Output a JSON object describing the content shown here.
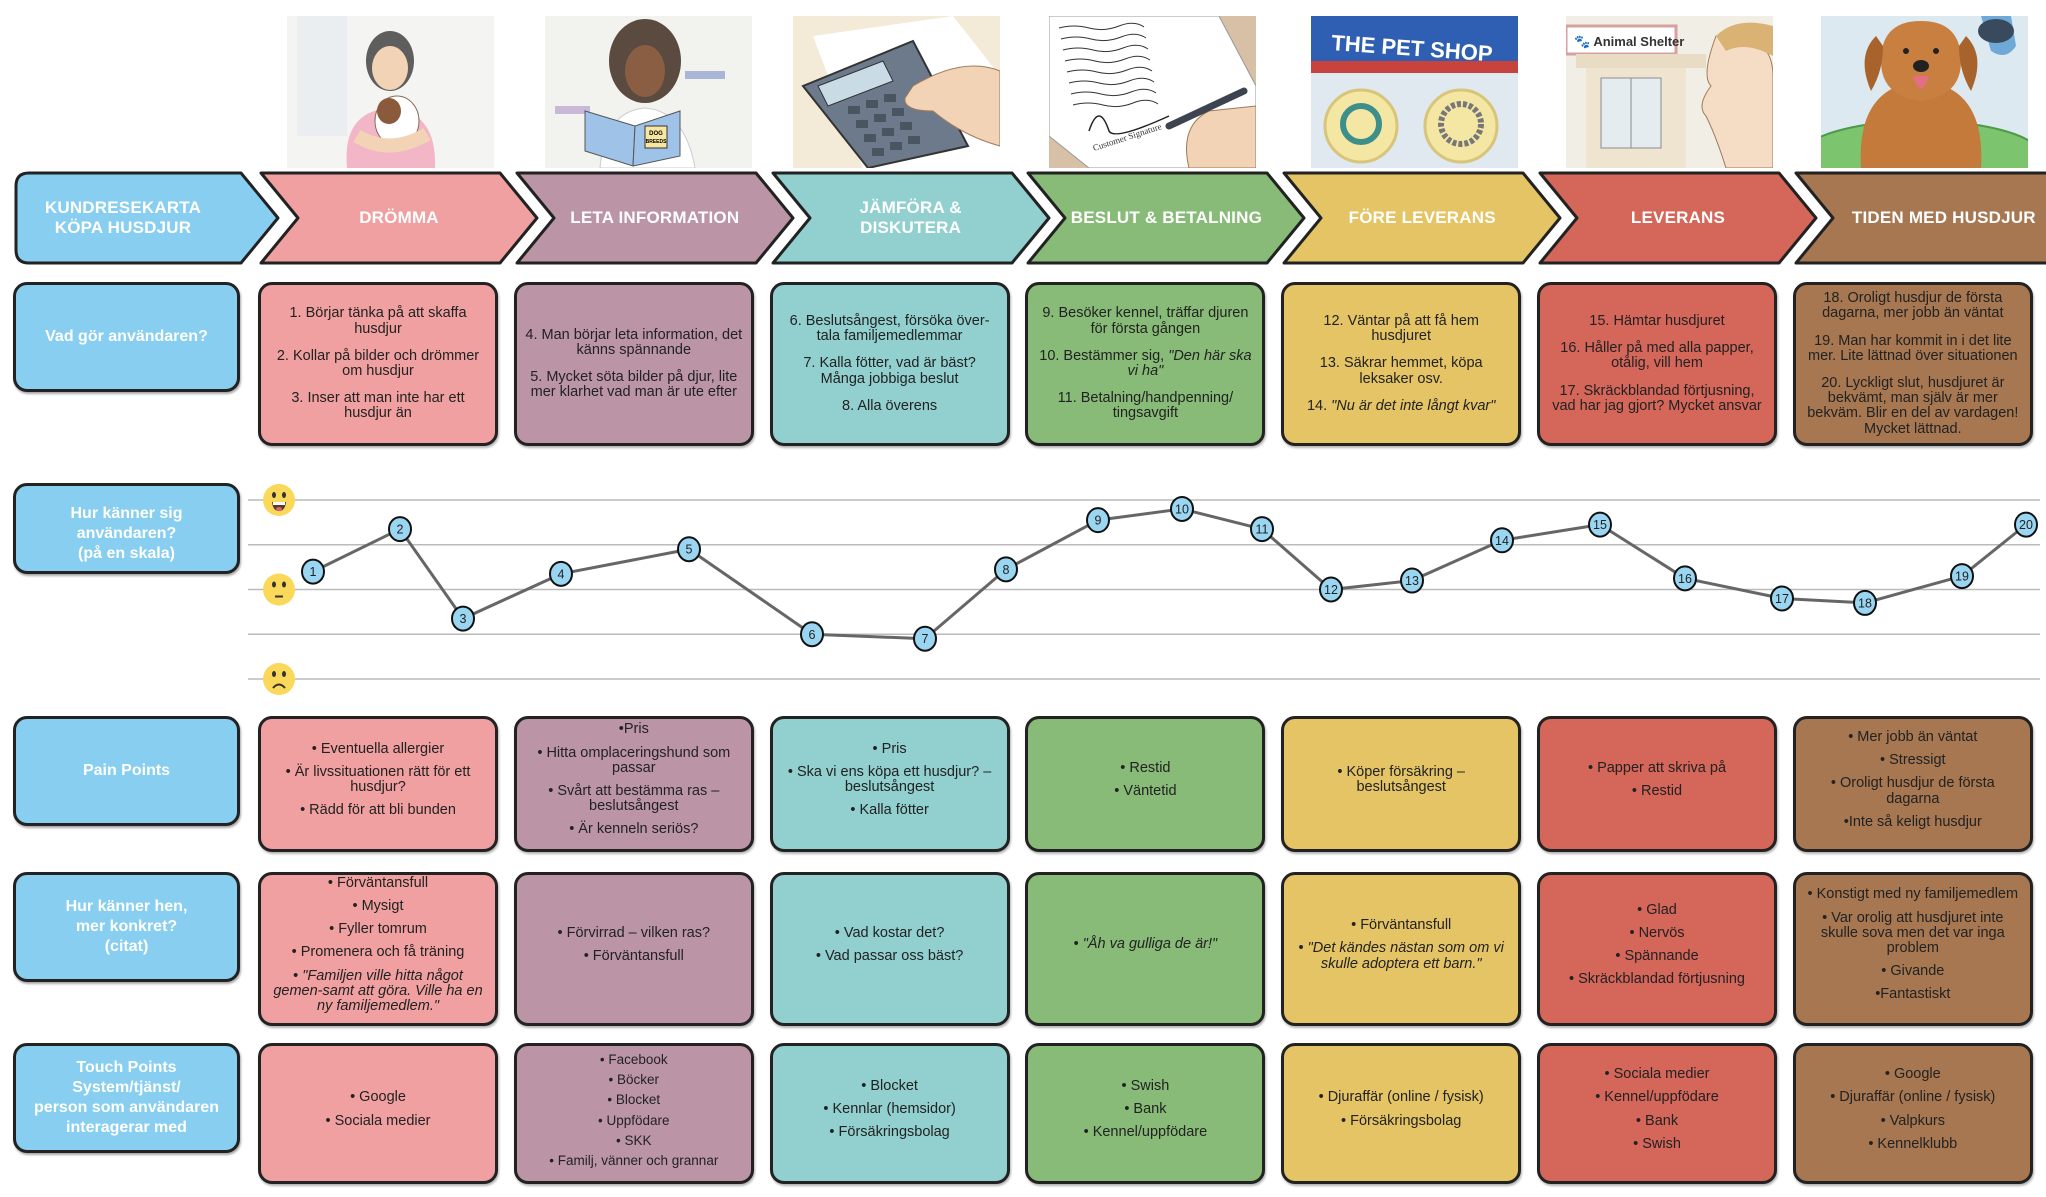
{
  "title": {
    "line1": "KUNDRESEKARTA",
    "line2": "KÖPA HUSDJUR"
  },
  "stages": [
    {
      "label": "DRÖMMA",
      "color": "#f0a0a0",
      "illustration": "woman-holding-puppy"
    },
    {
      "label": "LETA INFORMATION",
      "color": "#bb95a6",
      "illustration": "woman-reading-dog-breeds-book"
    },
    {
      "label": "JÄMFÖRA & DISKUTERA",
      "color": "#92cfcf",
      "illustration": "hand-on-calculator"
    },
    {
      "label": "BESLUT & BETALNING",
      "color": "#88bb78",
      "illustration": "signing-contract"
    },
    {
      "label": "FÖRE LEVERANS",
      "color": "#e5c466",
      "illustration": "pet-shop-collars"
    },
    {
      "label": "LEVERANS",
      "color": "#d4665a",
      "illustration": "animal-shelter"
    },
    {
      "label": "TIDEN MED HUSDJUR",
      "color": "#a67751",
      "illustration": "dog-in-bath"
    }
  ],
  "illustration_texts": {
    "book": "DOG BREEDS",
    "shop": "THE PET SHOP",
    "shelter": "Animal Shelter",
    "signature": "Customer Signature"
  },
  "rows": {
    "actions": {
      "label": "Vad gör användaren?",
      "cells": [
        [
          {
            "t": "1. Börjar tänka på att skaffa husdjur"
          },
          {
            "t": "2. Kollar på bilder och drömmer om husdjur"
          },
          {
            "t": "3. Inser att man inte har ett husdjur än"
          }
        ],
        [
          {
            "t": "4. Man börjar leta information, det känns spännande"
          },
          {
            "t": "5. Mycket söta bilder på djur, lite mer klarhet vad man är ute efter"
          }
        ],
        [
          {
            "t": "6. Beslutsångest, försöka över-tala familjemedlemmar"
          },
          {
            "t": "7. Kalla fötter, vad är bäst? Många jobbiga beslut"
          },
          {
            "t": "8. Alla överens"
          }
        ],
        [
          {
            "t": "9. Besöker kennel, träffar djuren för första gången"
          },
          {
            "t": "10. Bestämmer sig, ",
            "i": "\"Den här ska vi ha\""
          },
          {
            "t": "11. Betalning/handpenning/ tingsavgift"
          }
        ],
        [
          {
            "t": "12. Väntar på att få hem husdjuret"
          },
          {
            "t": "13. Säkrar hemmet, köpa leksaker osv."
          },
          {
            "t": "14. ",
            "i": "\"Nu är det inte långt kvar\""
          }
        ],
        [
          {
            "t": "15. Hämtar husdjuret"
          },
          {
            "t": "16. Håller på med alla papper, otålig, vill hem"
          },
          {
            "t": "17. Skräckblandad förtjusning, vad har jag gjort? Mycket ansvar"
          }
        ],
        [
          {
            "t": "18. Oroligt husdjur de första dagarna, mer jobb än väntat"
          },
          {
            "t": "19. Man har kommit in i det lite mer. Lite lättnad över situationen"
          },
          {
            "t": "20. Lyckligt slut, husdjuret är bekvämt, man själv är mer bekväm. Blir en del av vardagen! Mycket lättnad."
          }
        ]
      ]
    },
    "feeling_scale": {
      "label": "Hur känner sig användaren?\n(på en skala)",
      "scale_icons": [
        "happy-face",
        "neutral-face",
        "sad-face"
      ]
    },
    "pain_points": {
      "label": "Pain Points",
      "cells": [
        [
          {
            "t": "• Eventuella allergier"
          },
          {
            "t": "• Är livssituationen rätt för ett husdjur?"
          },
          {
            "t": "• Rädd för att bli bunden"
          }
        ],
        [
          {
            "t": "•Pris"
          },
          {
            "t": "• Hitta omplaceringshund som passar"
          },
          {
            "t": "• Svårt att bestämma ras – beslutsångest"
          },
          {
            "t": "• Är kenneln seriös?"
          }
        ],
        [
          {
            "t": "• Pris"
          },
          {
            "t": "• Ska vi ens köpa ett husdjur? – beslutsångest"
          },
          {
            "t": "• Kalla fötter"
          }
        ],
        [
          {
            "t": "• Restid"
          },
          {
            "t": "• Väntetid"
          }
        ],
        [
          {
            "t": "• Köper försäkring – beslutsångest"
          }
        ],
        [
          {
            "t": "• Papper att skriva på"
          },
          {
            "t": "• Restid"
          }
        ],
        [
          {
            "t": "• Mer jobb än väntat"
          },
          {
            "t": "• Stressigt"
          },
          {
            "t": "• Oroligt husdjur de första dagarna"
          },
          {
            "t": "•Inte så keligt husdjur"
          }
        ]
      ]
    },
    "feelings": {
      "label": "Hur känner hen,\nmer konkret?\n(citat)",
      "cells": [
        [
          {
            "t": "• Förväntansfull"
          },
          {
            "t": "• Mysigt"
          },
          {
            "t": "• Fyller tomrum"
          },
          {
            "t": "• Promenera och få träning"
          },
          {
            "t": "• ",
            "i": "\"Familjen ville hitta något gemen-samt att göra. Ville ha en ny familjemedlem.\""
          }
        ],
        [
          {
            "t": "• Förvirrad – vilken ras?"
          },
          {
            "t": "• Förväntansfull"
          }
        ],
        [
          {
            "t": "• Vad kostar det?"
          },
          {
            "t": "• Vad passar oss bäst?"
          }
        ],
        [
          {
            "t": "• ",
            "i": "\"Åh va gulliga de är!\""
          }
        ],
        [
          {
            "t": "• Förväntansfull"
          },
          {
            "t": "• ",
            "i": "\"Det kändes nästan som om vi skulle adoptera ett barn.\""
          }
        ],
        [
          {
            "t": "• Glad"
          },
          {
            "t": "• Nervös"
          },
          {
            "t": "• Spännande"
          },
          {
            "t": "• Skräckblandad förtjusning"
          }
        ],
        [
          {
            "t": "• Konstigt med ny familjemedlem"
          },
          {
            "t": "• Var orolig att husdjuret inte skulle sova men det var inga problem"
          },
          {
            "t": "• Givande"
          },
          {
            "t": "•Fantastiskt"
          }
        ]
      ]
    },
    "touch_points": {
      "label": "Touch Points\nSystem/tjänst/\nperson som användaren\ninteragerar med",
      "cells": [
        [
          {
            "t": "• Google"
          },
          {
            "t": "• Sociala medier"
          }
        ],
        [
          {
            "t": "• Facebook"
          },
          {
            "t": "• Böcker"
          },
          {
            "t": "• Blocket"
          },
          {
            "t": "• Uppfödare"
          },
          {
            "t": "• SKK"
          },
          {
            "t": "• Familj, vänner och grannar"
          }
        ],
        [
          {
            "t": "• Blocket"
          },
          {
            "t": "• Kennlar (hemsidor)"
          },
          {
            "t": "• Försäkringsbolag"
          }
        ],
        [
          {
            "t": "• Swish"
          },
          {
            "t": "• Bank"
          },
          {
            "t": "• Kennel/uppfödare"
          }
        ],
        [
          {
            "t": "• Djuraffär (online / fysisk)"
          },
          {
            "t": "• Försäkringsbolag"
          }
        ],
        [
          {
            "t": "• Sociala medier"
          },
          {
            "t": "• Kennel/uppfödare"
          },
          {
            "t": "• Bank"
          },
          {
            "t": "• Swish"
          }
        ],
        [
          {
            "t": "• Google"
          },
          {
            "t": "• Djuraffär (online / fysisk)"
          },
          {
            "t": "• Valpkurs"
          },
          {
            "t": "• Kennelklubb"
          }
        ]
      ]
    }
  },
  "chart_data": {
    "type": "line",
    "title": "Hur känner sig användaren? (på en skala)",
    "xlabel": "",
    "ylabel": "",
    "y_scale": {
      "top_icon": "happy-face",
      "middle_icon": "neutral-face",
      "bottom_icon": "sad-face"
    },
    "ylim": [
      -2,
      2
    ],
    "gridlines": [
      2,
      1,
      0,
      -1,
      -2
    ],
    "grid": true,
    "labels": [
      "1",
      "2",
      "3",
      "4",
      "5",
      "6",
      "7",
      "8",
      "9",
      "10",
      "11",
      "12",
      "13",
      "14",
      "15",
      "16",
      "17",
      "18",
      "19",
      "20"
    ],
    "values": [
      0.4,
      1.35,
      -0.65,
      0.35,
      0.9,
      -1.0,
      -1.1,
      0.45,
      1.55,
      1.8,
      1.35,
      0.0,
      0.2,
      1.1,
      1.45,
      0.25,
      -0.2,
      -0.3,
      0.3,
      1.45
    ],
    "marker_color": "#9ad6f2",
    "line_color": "#666666"
  },
  "colors": {
    "label_blue": "#87cef0",
    "border": "#222222",
    "grid": "#bbbbbb",
    "emoji": "#f9d85a"
  }
}
